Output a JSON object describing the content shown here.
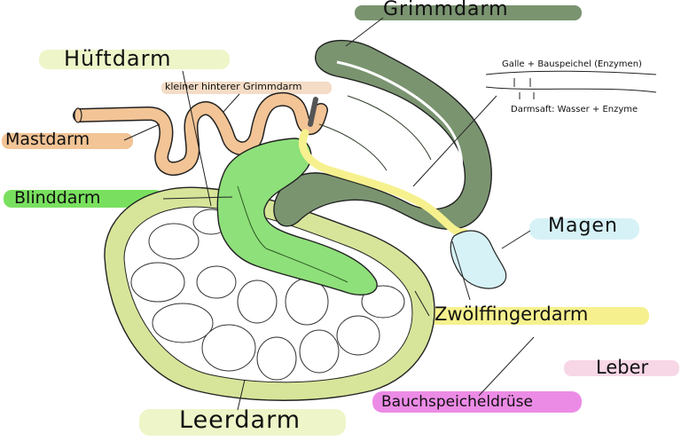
{
  "labels": {
    "grimmdarm": "Grimmdarm",
    "hueftdarm": "Hüftdarm",
    "kleiner_hinterer_grimmdarm": "kleiner hinterer Grimmdarm",
    "mastdarm": "Mastdarm",
    "blinddarm": "Blinddarm",
    "magen": "Magen",
    "zwoelffingerdarm": "Zwölffingerdarm",
    "leber": "Leber",
    "bauchspeicheldruese": "Bauchspeicheldrüse",
    "leerdarm": "Leerdarm"
  },
  "notes": {
    "galle": "Galle + Bauspeichel (Enzymen)",
    "darmsaft": "Darmsaft: Wasser + Enzyme"
  },
  "colors": {
    "grimmdarm": "#7a9470",
    "mastdarm": "#f2c496",
    "blinddarm": "#8ee07a",
    "blinddarm_highlight": "#79e05f",
    "hueftdarm_highlight": "#eef5c8",
    "leerdarm_highlight": "#eef5c8",
    "magen": "#d6f2f6",
    "zwoelffingerdarm": "#f6f18e",
    "leber": "#f7d7e6",
    "bauchspeicheldruese": "#ec8be6",
    "mesentery": "#d7e59a"
  }
}
